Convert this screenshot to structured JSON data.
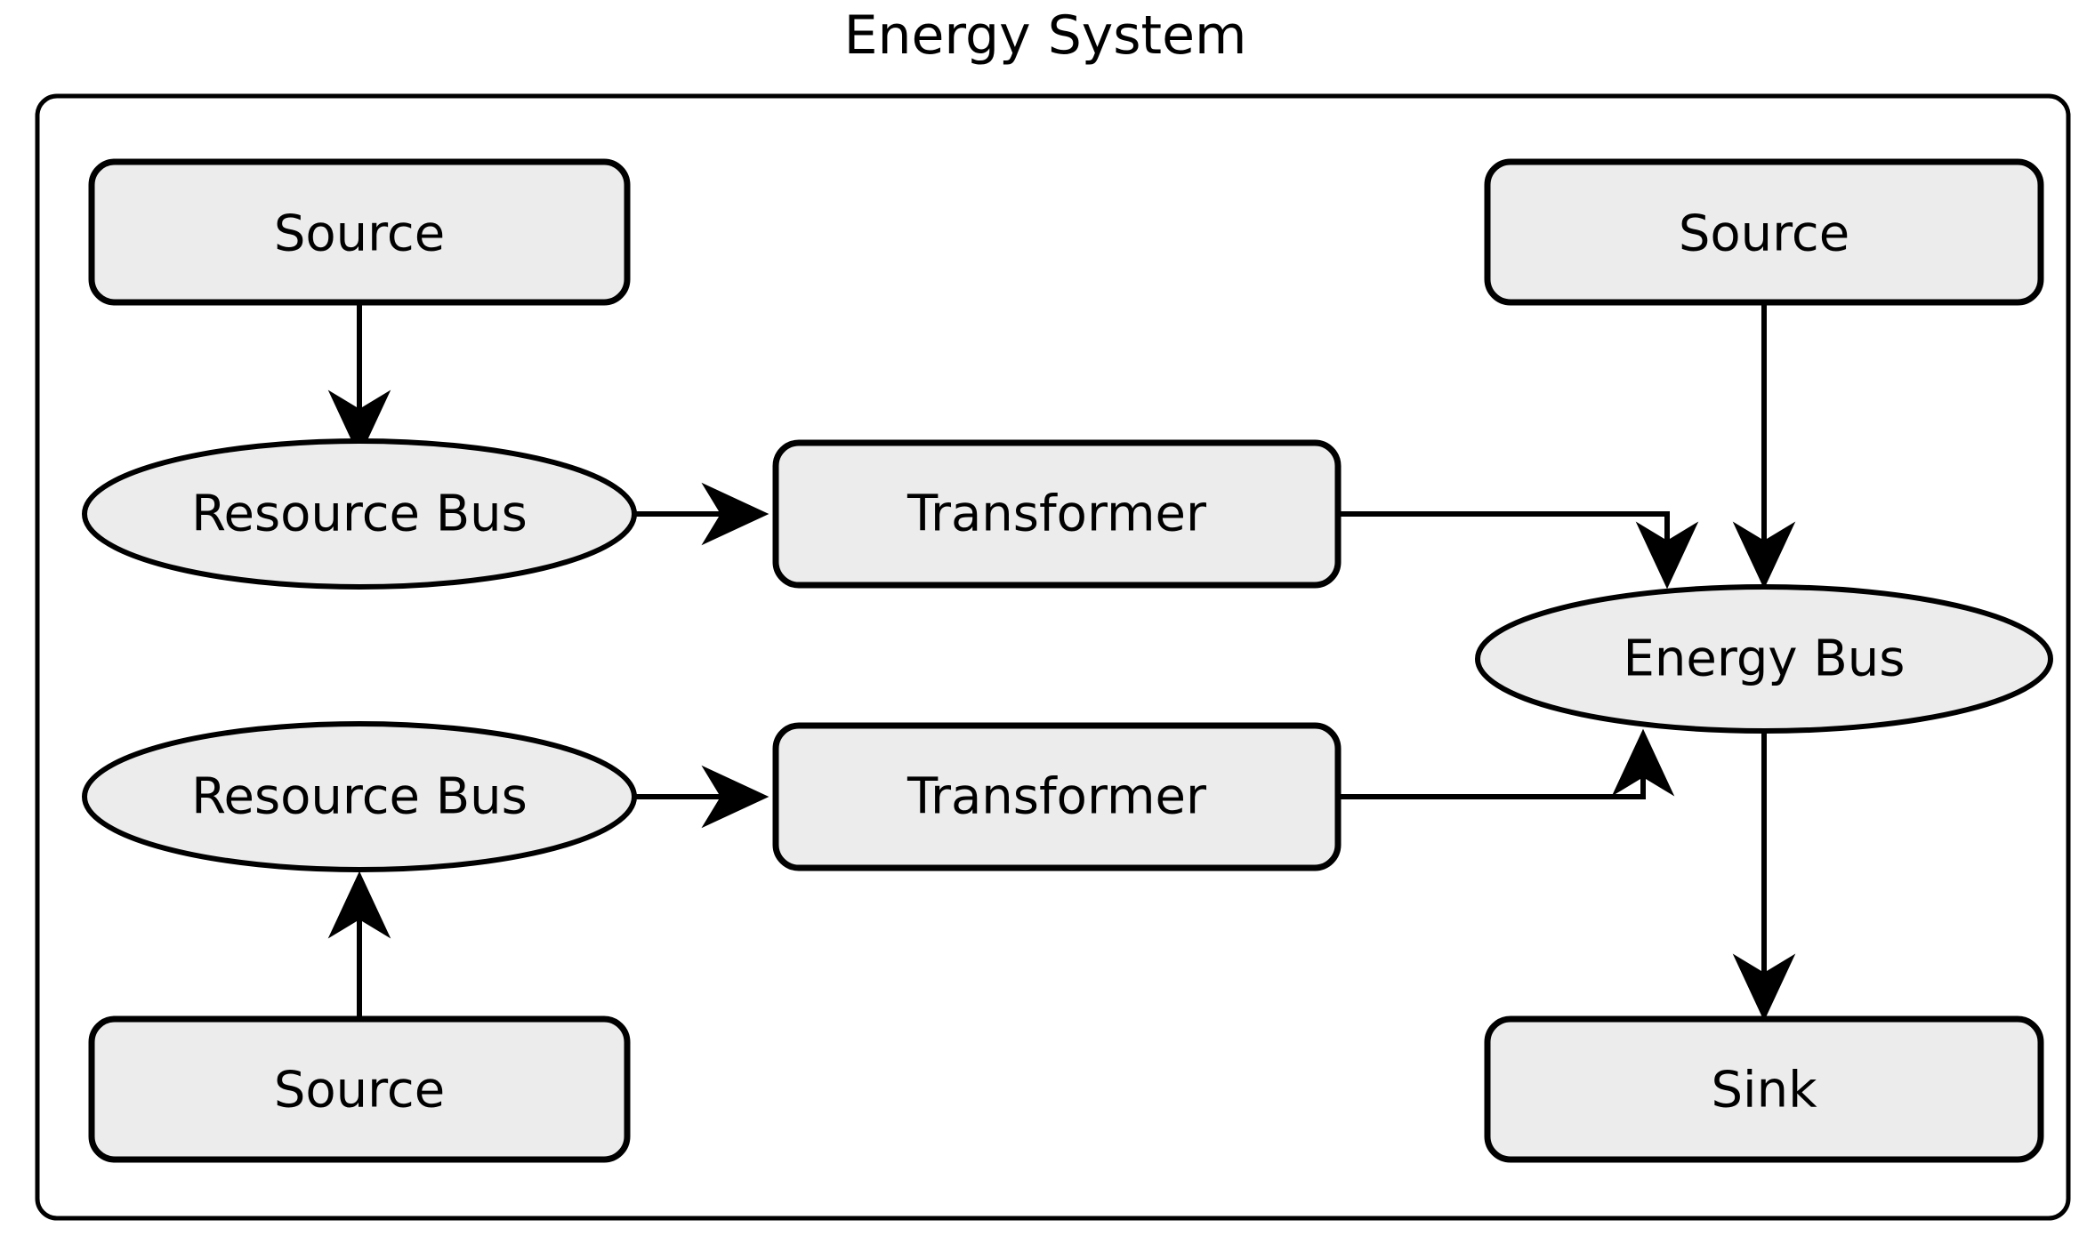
{
  "diagram": {
    "title": "Energy System",
    "type": "flow-diagram",
    "colors": {
      "node_fill": "#ececec",
      "node_stroke": "#000000",
      "edge_stroke": "#000000",
      "cluster_stroke": "#000000",
      "background": "#ffffff"
    },
    "cluster": {
      "label": "Energy System"
    },
    "nodes": [
      {
        "id": "source_top_left",
        "label": "Source",
        "shape": "box"
      },
      {
        "id": "resource_bus_top",
        "label": "Resource Bus",
        "shape": "ellipse"
      },
      {
        "id": "transformer_top",
        "label": "Transformer",
        "shape": "box"
      },
      {
        "id": "source_top_right",
        "label": "Source",
        "shape": "box"
      },
      {
        "id": "energy_bus",
        "label": "Energy Bus",
        "shape": "ellipse"
      },
      {
        "id": "resource_bus_bottom",
        "label": "Resource Bus",
        "shape": "ellipse"
      },
      {
        "id": "transformer_bottom",
        "label": "Transformer",
        "shape": "box"
      },
      {
        "id": "source_bottom_left",
        "label": "Source",
        "shape": "box"
      },
      {
        "id": "sink",
        "label": "Sink",
        "shape": "box"
      }
    ],
    "edges": [
      {
        "from": "source_top_left",
        "to": "resource_bus_top",
        "direction": "down"
      },
      {
        "from": "resource_bus_top",
        "to": "transformer_top",
        "direction": "right"
      },
      {
        "from": "transformer_top",
        "to": "energy_bus",
        "direction": "elbow-down"
      },
      {
        "from": "source_top_right",
        "to": "energy_bus",
        "direction": "down"
      },
      {
        "from": "source_bottom_left",
        "to": "resource_bus_bottom",
        "direction": "up"
      },
      {
        "from": "resource_bus_bottom",
        "to": "transformer_bottom",
        "direction": "right"
      },
      {
        "from": "transformer_bottom",
        "to": "energy_bus",
        "direction": "elbow-up"
      },
      {
        "from": "energy_bus",
        "to": "sink",
        "direction": "down"
      }
    ]
  }
}
